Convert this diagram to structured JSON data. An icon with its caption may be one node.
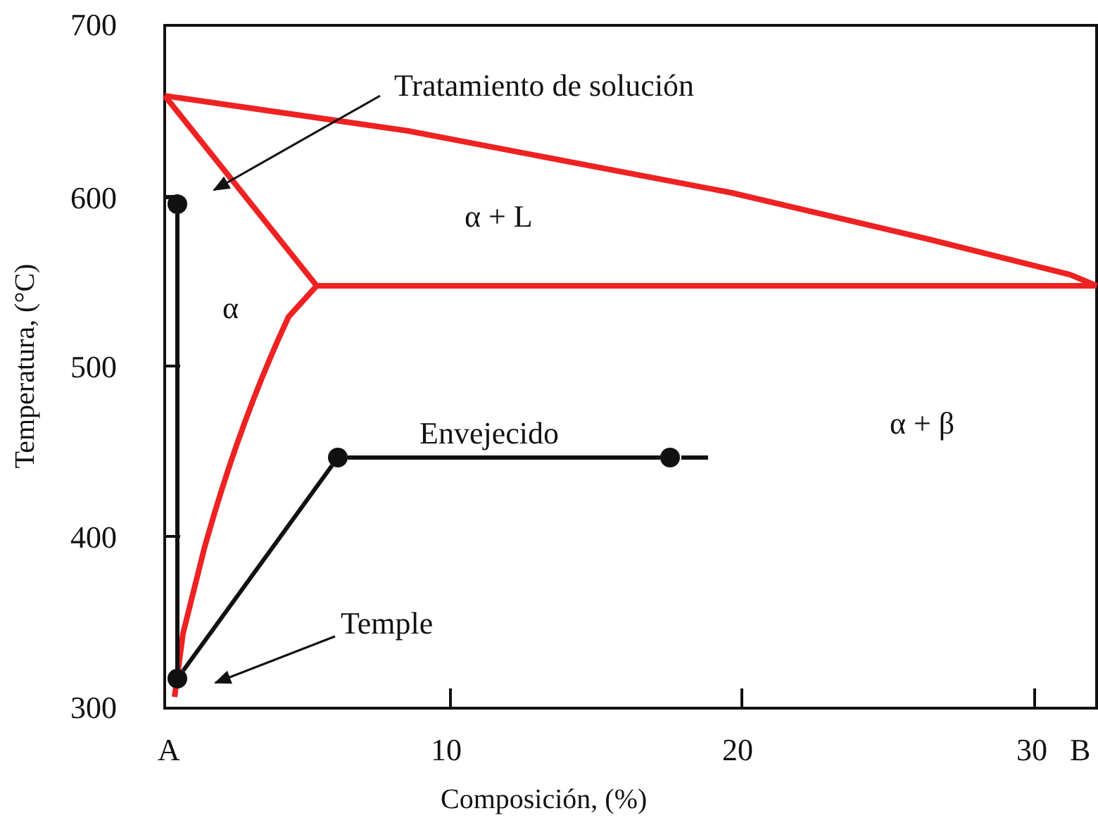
{
  "diagram": {
    "nodes": [
      {
        "text": [
          "Tratamiento de solución"
        ]
      },
      {
        "text": [
          "Temple"
        ]
      },
      {
        "text": [],
        "shape": "circle"
      },
      {
        "text": [],
        "shape": "circle"
      },
      {
        "text": [],
        "shape": "circle"
      },
      {
        "text": [],
        "shape": "circle"
      }
    ],
    "edges": [
      {
        "from": 0,
        "to": 2,
        "arrow": "to"
      },
      {
        "from": 1,
        "to": 3,
        "arrow": "to"
      },
      {
        "from": 2,
        "to": 3,
        "arrow": "none"
      },
      {
        "from": 3,
        "to": 4,
        "arrow": "none"
      },
      {
        "from": 4,
        "to": 5,
        "arrow": "none",
        "label": "Envejecido"
      }
    ],
    "labels": [
      "700",
      "600",
      "α + L",
      "α",
      "500",
      "α + β",
      "400",
      "300",
      "A",
      "10",
      "20",
      "30",
      "B",
      "Temperatura, (°C)",
      "Composición, (%)"
    ]
  }
}
